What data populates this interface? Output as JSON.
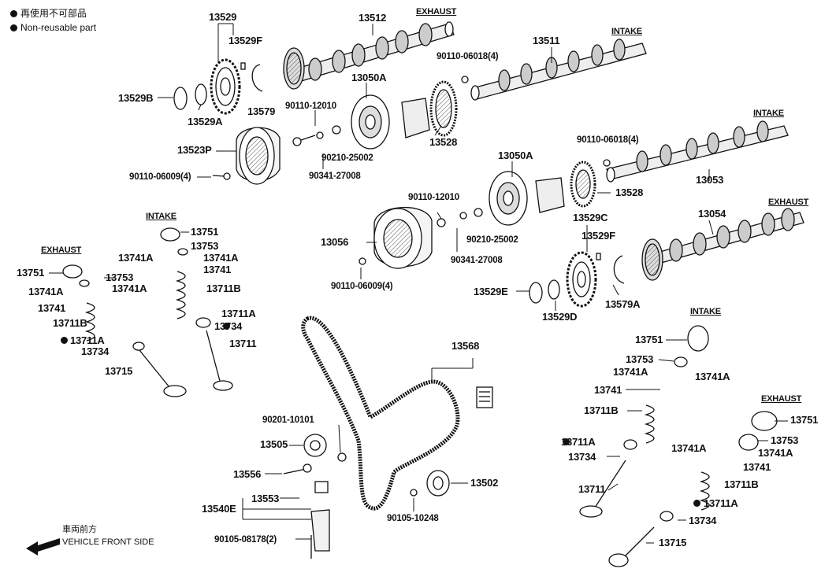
{
  "legend": {
    "jp": "再使用不可部品",
    "en": "Non-reusable part"
  },
  "vehicle_front": {
    "jp": "車両前方",
    "en": "VEHICLE FRONT SIDE"
  },
  "section_labels": {
    "exhaust_top": "EXHAUST",
    "intake_top": "INTAKE",
    "intake_right": "INTAKE",
    "exhaust_right": "EXHAUST",
    "intake_valve_left": "INTAKE",
    "exhaust_valve_left": "EXHAUST",
    "intake_valve_right": "INTAKE",
    "exhaust_valve_right": "EXHAUST"
  },
  "parts": [
    {
      "id": "p1",
      "text": "13529"
    },
    {
      "id": "p2",
      "text": "13529F"
    },
    {
      "id": "p3",
      "text": "13512"
    },
    {
      "id": "p4",
      "text": "13529B"
    },
    {
      "id": "p5",
      "text": "13529A"
    },
    {
      "id": "p6",
      "text": "13579"
    },
    {
      "id": "p7",
      "text": "13050A"
    },
    {
      "id": "p8",
      "text": "90110-06018(4)"
    },
    {
      "id": "p9",
      "text": "13511"
    },
    {
      "id": "p10",
      "text": "90110-12010"
    },
    {
      "id": "p11",
      "text": "13528"
    },
    {
      "id": "p12",
      "text": "13523P"
    },
    {
      "id": "p13",
      "text": "90210-25002"
    },
    {
      "id": "p14",
      "text": "90341-27008"
    },
    {
      "id": "p15",
      "text": "90110-06009(4)"
    },
    {
      "id": "p16",
      "text": "90110-06018(4)"
    },
    {
      "id": "p17",
      "text": "13050A"
    },
    {
      "id": "p18",
      "text": "13053"
    },
    {
      "id": "p19",
      "text": "13528"
    },
    {
      "id": "p20",
      "text": "90110-12010"
    },
    {
      "id": "p21",
      "text": "13529C"
    },
    {
      "id": "p22",
      "text": "13054"
    },
    {
      "id": "p23",
      "text": "13529F"
    },
    {
      "id": "p24",
      "text": "13056"
    },
    {
      "id": "p25",
      "text": "90210-25002"
    },
    {
      "id": "p26",
      "text": "90341-27008"
    },
    {
      "id": "p27",
      "text": "90110-06009(4)"
    },
    {
      "id": "p28",
      "text": "13529E"
    },
    {
      "id": "p29",
      "text": "13529D"
    },
    {
      "id": "p30",
      "text": "13579A"
    },
    {
      "id": "p31",
      "text": "13751"
    },
    {
      "id": "p32",
      "text": "13753"
    },
    {
      "id": "p33",
      "text": "13741A"
    },
    {
      "id": "p34",
      "text": "13741A"
    },
    {
      "id": "p35",
      "text": "13741"
    },
    {
      "id": "p36",
      "text": "13711B"
    },
    {
      "id": "p37",
      "text": "13711A"
    },
    {
      "id": "p38",
      "text": "13734"
    },
    {
      "id": "p39",
      "text": "13711"
    },
    {
      "id": "p40",
      "text": "13751"
    },
    {
      "id": "p41",
      "text": "13753"
    },
    {
      "id": "p42",
      "text": "13741A"
    },
    {
      "id": "p43",
      "text": "13741A"
    },
    {
      "id": "p44",
      "text": "13741"
    },
    {
      "id": "p45",
      "text": "13711B"
    },
    {
      "id": "p46",
      "text": "13711A"
    },
    {
      "id": "p47",
      "text": "13734"
    },
    {
      "id": "p48",
      "text": "13715"
    },
    {
      "id": "p49",
      "text": "13568"
    },
    {
      "id": "p50",
      "text": "90201-10101"
    },
    {
      "id": "p51",
      "text": "13505"
    },
    {
      "id": "p52",
      "text": "13556"
    },
    {
      "id": "p53",
      "text": "13553"
    },
    {
      "id": "p54",
      "text": "13540E"
    },
    {
      "id": "p55",
      "text": "90105-08178(2)"
    },
    {
      "id": "p56",
      "text": "13502"
    },
    {
      "id": "p57",
      "text": "90105-10248"
    },
    {
      "id": "p58",
      "text": "13751"
    },
    {
      "id": "p59",
      "text": "13753"
    },
    {
      "id": "p60",
      "text": "13741A"
    },
    {
      "id": "p61",
      "text": "13741A"
    },
    {
      "id": "p62",
      "text": "13741"
    },
    {
      "id": "p63",
      "text": "13711B"
    },
    {
      "id": "p64",
      "text": "13711A"
    },
    {
      "id": "p65",
      "text": "13734"
    },
    {
      "id": "p66",
      "text": "13711"
    },
    {
      "id": "p67",
      "text": "13751"
    },
    {
      "id": "p68",
      "text": "13753"
    },
    {
      "id": "p69",
      "text": "13741A"
    },
    {
      "id": "p70",
      "text": "13741A"
    },
    {
      "id": "p71",
      "text": "13741"
    },
    {
      "id": "p72",
      "text": "13711B"
    },
    {
      "id": "p73",
      "text": "13711A"
    },
    {
      "id": "p74",
      "text": "13734"
    },
    {
      "id": "p75",
      "text": "13715"
    }
  ]
}
